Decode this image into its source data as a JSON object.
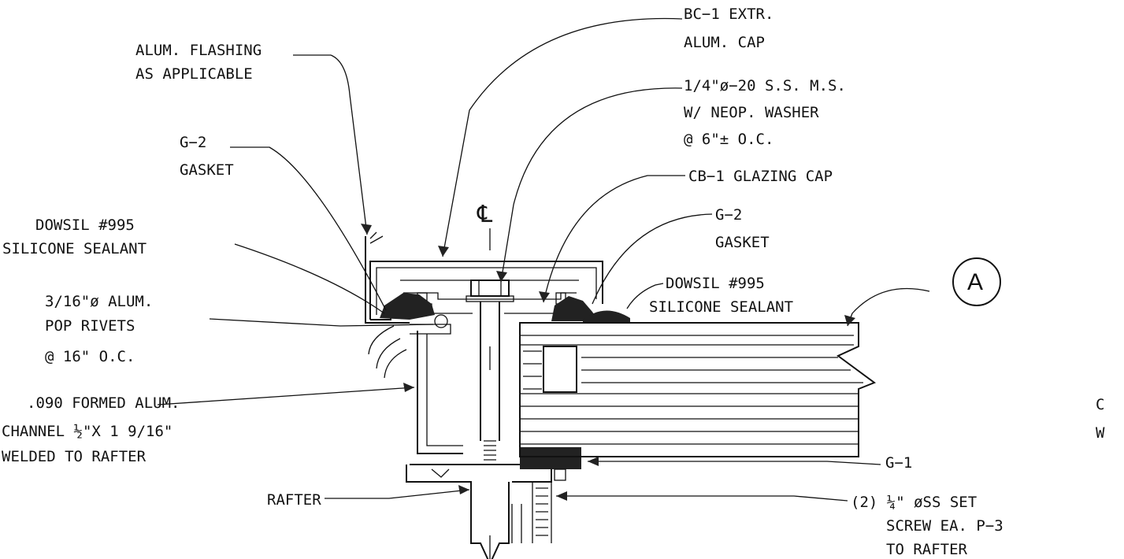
{
  "labels": {
    "flashing_1": "ALUM. FLASHING",
    "flashing_2": "AS APPLICABLE",
    "cap_1": "BC−1 EXTR.",
    "cap_2": "ALUM. CAP",
    "screw_1": "1/4\"ø−20 S.S. M.S.",
    "screw_2": "W/ NEOP. WASHER",
    "screw_3": "@ 6\"± O.C.",
    "gasket_left_1": "G−2",
    "gasket_left_2": "GASKET",
    "glazing_cap": "CB−1 GLAZING CAP",
    "gasket_right_1": "G−2",
    "gasket_right_2": "GASKET",
    "sealant_left_1": "DOWSIL #995",
    "sealant_left_2": "SILICONE SEALANT",
    "sealant_right_1": "DOWSIL #995",
    "sealant_right_2": "SILICONE SEALANT",
    "rivets_1": "3/16\"ø ALUM.",
    "rivets_2": "POP RIVETS",
    "rivets_3": "@ 16\" O.C.",
    "channel_1": ".090 FORMED ALUM.",
    "channel_2": "CHANNEL ½\"X 1 9/16\"",
    "channel_3": "WELDED TO RAFTER",
    "rafter": "RAFTER",
    "g1": "G−1",
    "set_screw_1": "(2) ¼\"  øSS SET",
    "set_screw_2": "SCREW EA. P−3",
    "set_screw_3": "TO RAFTER",
    "centerline": "℄",
    "detail_tag": "A",
    "cut_off_1": "C",
    "cut_off_2": "W"
  }
}
